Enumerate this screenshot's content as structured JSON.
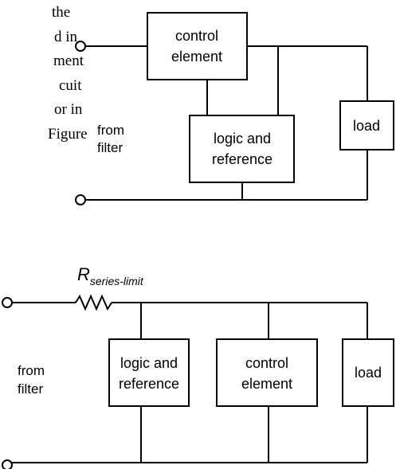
{
  "text_fragments": [
    "the",
    "d in",
    "ment",
    "cuit",
    "or in",
    "Figure"
  ],
  "series_diagram": {
    "control_element": [
      "control",
      "element"
    ],
    "logic_reference": [
      "logic and",
      "reference"
    ],
    "load": "load",
    "input_label": [
      "from",
      "filter"
    ]
  },
  "shunt_diagram": {
    "resistor_label_main": "R",
    "resistor_label_sub": "series-limit",
    "logic_reference": [
      "logic and",
      "reference"
    ],
    "control_element": [
      "control",
      "element"
    ],
    "load": "load",
    "input_label": [
      "from",
      "filter"
    ]
  }
}
